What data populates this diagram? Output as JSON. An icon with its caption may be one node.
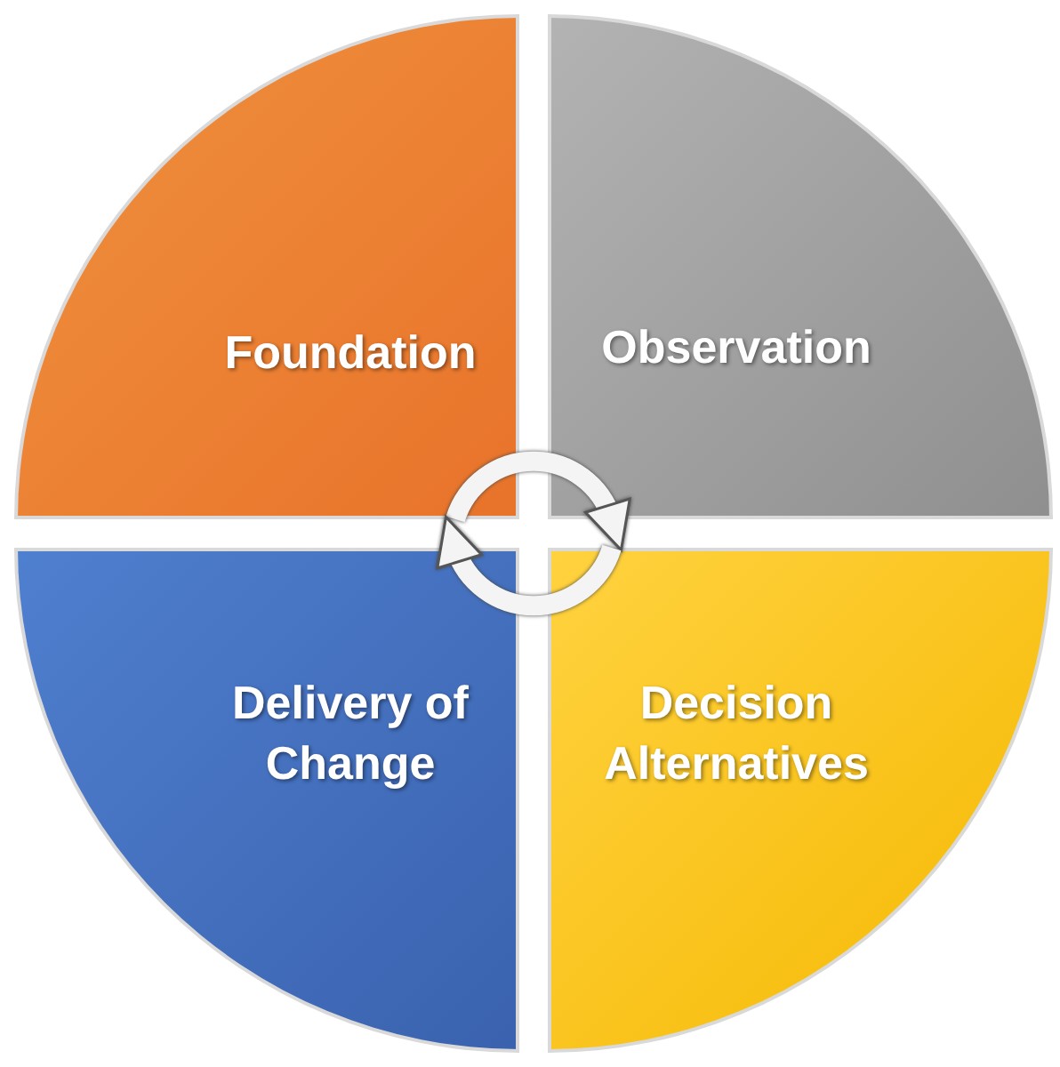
{
  "diagram": {
    "nodes": [
      {
        "text": [
          "Foundation"
        ]
      },
      {
        "text": [
          "Observation"
        ]
      },
      {
        "text": [
          "Delivery of Change"
        ]
      },
      {
        "text": [
          "Decision Alternatives"
        ]
      }
    ],
    "edges": [
      {
        "from": 0,
        "to": 1,
        "arrow": "to"
      },
      {
        "from": 3,
        "to": 2,
        "arrow": "to"
      }
    ]
  }
}
